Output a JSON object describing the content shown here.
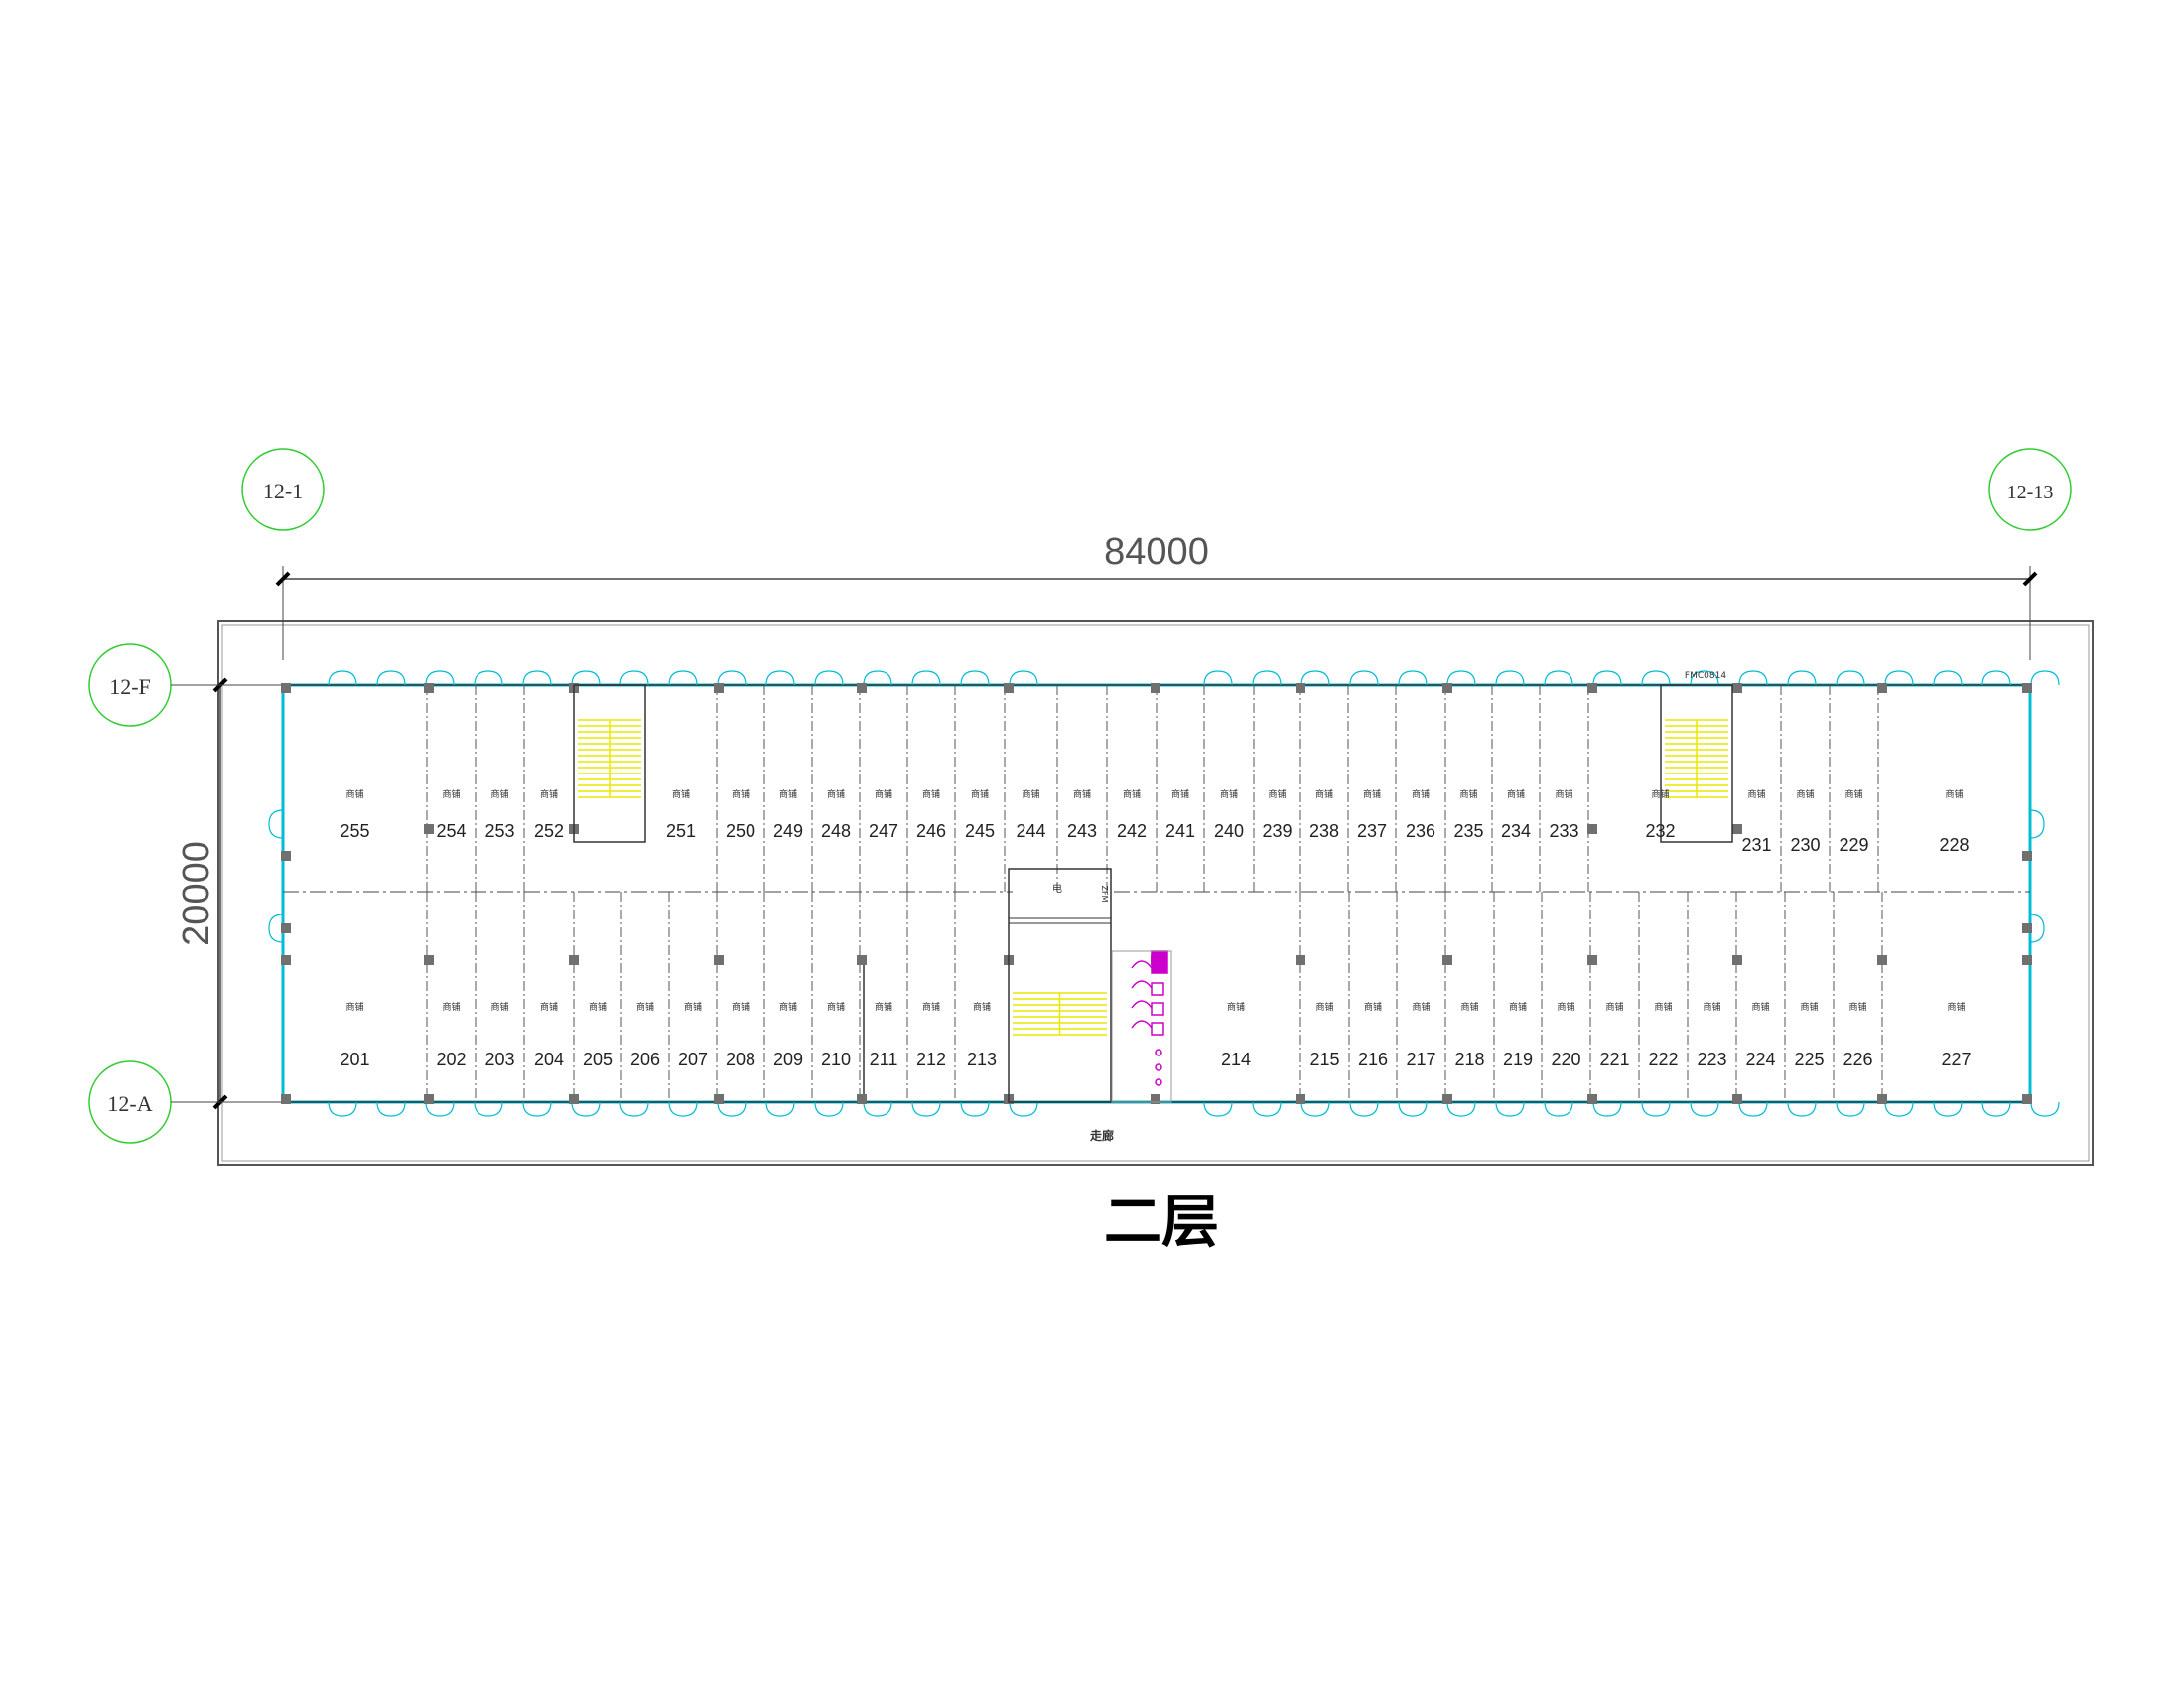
{
  "drawing": {
    "title": "二层",
    "dimensions": {
      "overall_width": "84000",
      "overall_depth": "20000"
    },
    "axes": {
      "left_top": "12-1",
      "right_top": "12-13",
      "row_top": "12-F",
      "row_bottom": "12-A"
    },
    "corridor_label": "走廊",
    "elec_room_label": "电",
    "door_tag": "FMC0814",
    "vertical_tag": "ZFM",
    "shop_tag": "商铺",
    "colors": {
      "wall": "#00bcd4",
      "column": "#707070",
      "stair": "#e8e800",
      "grid_circle": "#33cc33",
      "sanitary": "#cc00cc"
    }
  },
  "rooms": {
    "top": [
      "255",
      "254",
      "253",
      "252",
      "251",
      "250",
      "249",
      "248",
      "247",
      "246",
      "245",
      "244",
      "243",
      "242",
      "241",
      "240",
      "239",
      "238",
      "237",
      "236",
      "235",
      "234",
      "233",
      "232",
      "231",
      "230",
      "229",
      "228"
    ],
    "bottom": [
      "201",
      "202",
      "203",
      "204",
      "205",
      "206",
      "207",
      "208",
      "209",
      "210",
      "211",
      "212",
      "213",
      "214",
      "215",
      "216",
      "217",
      "218",
      "219",
      "220",
      "221",
      "222",
      "223",
      "224",
      "225",
      "226",
      "227"
    ]
  }
}
